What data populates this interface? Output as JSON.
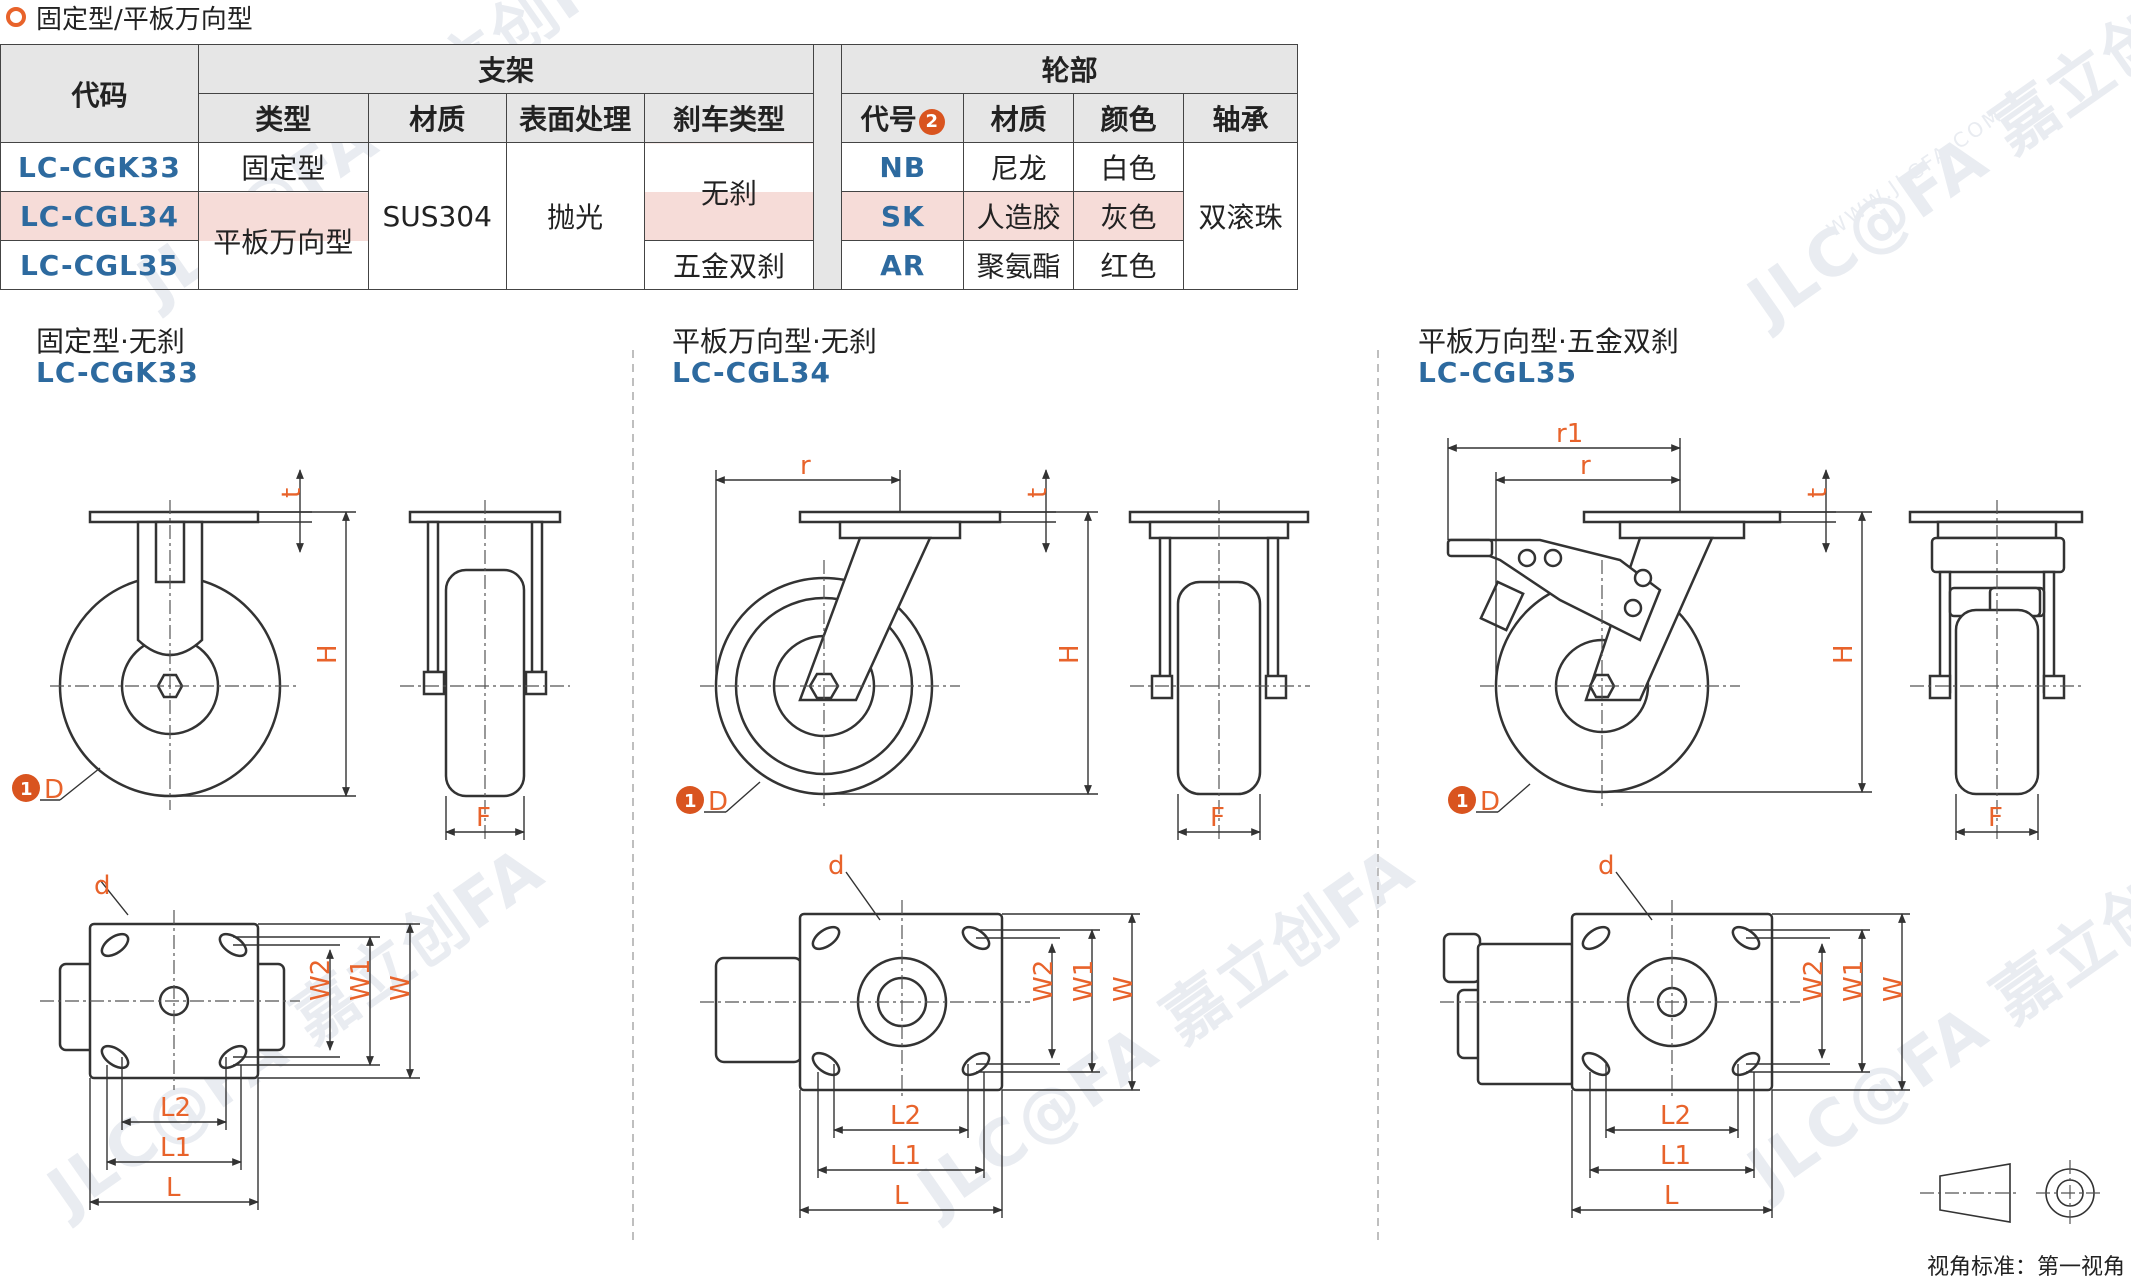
{
  "header": {
    "title": "固定型/平板万向型"
  },
  "table": {
    "code_label": "代码",
    "bracket_label": "支架",
    "wheel_label": "轮部",
    "col_type": "类型",
    "col_material": "材质",
    "col_surface": "表面处理",
    "col_brake": "刹车类型",
    "col_wheelcode": "代号",
    "col_wheelcode_badge": "2",
    "col_wheel_material": "材质",
    "col_color": "颜色",
    "col_bearing": "轴承",
    "codes": [
      "LC-CGK33",
      "LC-CGL34",
      "LC-CGL35"
    ],
    "type_fixed": "固定型",
    "type_swivel": "平板万向型",
    "material": "SUS304",
    "surface": "抛光",
    "brake_none": "无刹",
    "brake_five": "五金双刹",
    "wheel_codes": [
      "NB",
      "SK",
      "AR"
    ],
    "wheel_materials": [
      "尼龙",
      "人造胶",
      "聚氨酯"
    ],
    "wheel_colors": [
      "白色",
      "灰色",
      "红色"
    ],
    "bearing": "双滚珠"
  },
  "sections": [
    {
      "title": "固定型·无刹",
      "code": "LC-CGK33"
    },
    {
      "title": "平板万向型·无刹",
      "code": "LC-CGL34"
    },
    {
      "title": "平板万向型·五金双刹",
      "code": "LC-CGL35"
    }
  ],
  "dims": {
    "t": "t",
    "H": "H",
    "F": "F",
    "D": "D",
    "d": "d",
    "r": "r",
    "r1": "r1",
    "W": "W",
    "W1": "W1",
    "W2": "W2",
    "L": "L",
    "L1": "L1",
    "L2": "L2",
    "badge1": "1"
  },
  "watermark": {
    "brand": "JLC@FA 嘉立创FA",
    "url": "WWW.JLCFA.COM"
  },
  "footnote": "视角标准：第一视角",
  "colors": {
    "accent": "#e8632b",
    "code_blue": "#2d6a9f",
    "header_bg": "#e6e6e6",
    "highlight_row": "#f6dcd8"
  }
}
